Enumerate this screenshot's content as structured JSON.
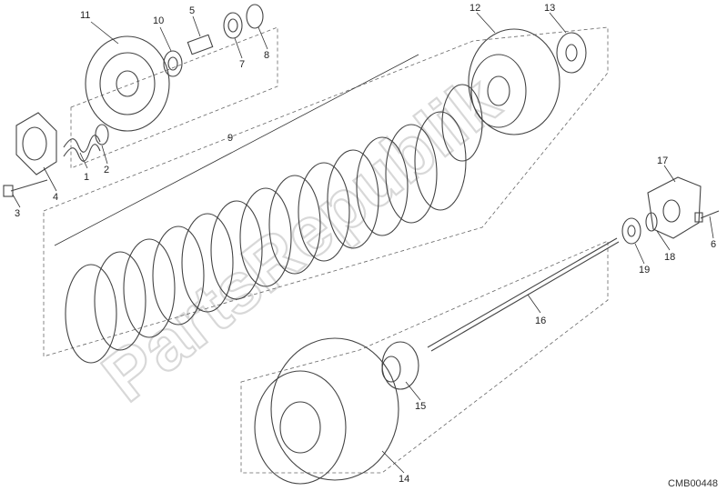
{
  "watermark": {
    "text": "PartsRepublik",
    "color": "#d4d4d4"
  },
  "diagram_code": "CMB00448",
  "callouts": [
    {
      "number": "1"
    },
    {
      "number": "2"
    },
    {
      "number": "3"
    },
    {
      "number": "4"
    },
    {
      "number": "5"
    },
    {
      "number": "6"
    },
    {
      "number": "7"
    },
    {
      "number": "8"
    },
    {
      "number": "9"
    },
    {
      "number": "10"
    },
    {
      "number": "11"
    },
    {
      "number": "12"
    },
    {
      "number": "13"
    },
    {
      "number": "14"
    },
    {
      "number": "15"
    },
    {
      "number": "16"
    },
    {
      "number": "17"
    },
    {
      "number": "18"
    },
    {
      "number": "19"
    }
  ]
}
